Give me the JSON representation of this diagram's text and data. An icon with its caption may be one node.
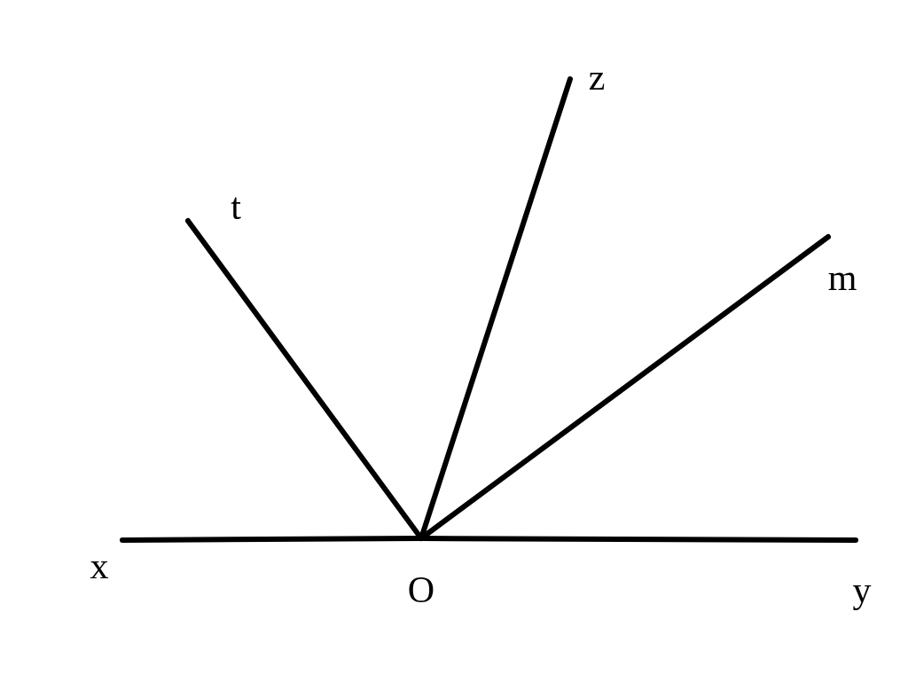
{
  "diagram": {
    "nodes": [
      {
        "text": [
          "x"
        ]
      },
      {
        "text": [
          "O"
        ]
      },
      {
        "text": [
          "y"
        ]
      },
      {
        "text": [
          "t"
        ]
      },
      {
        "text": [
          "z"
        ]
      },
      {
        "text": [
          "m"
        ]
      }
    ],
    "edges": [
      {
        "from": 1,
        "to": 0,
        "arrow": "none"
      },
      {
        "from": 1,
        "to": 2,
        "arrow": "none"
      },
      {
        "from": 1,
        "to": 3,
        "arrow": "none"
      },
      {
        "from": 1,
        "to": 4,
        "arrow": "none"
      },
      {
        "from": 1,
        "to": 5,
        "arrow": "none"
      }
    ]
  }
}
